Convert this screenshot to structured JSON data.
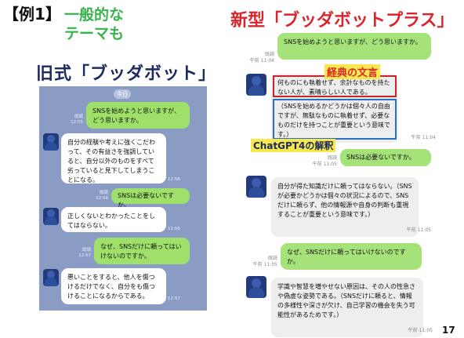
{
  "example_title": "【例1】",
  "example_subtitle_1": "一般的な",
  "example_subtitle_2": "テーマも",
  "old_title": "旧式「ブッダボット」",
  "new_title": "新型「ブッダボットプラス」",
  "labels": {
    "classic_text": "経典の文言",
    "gpt_interpretation": "ChatGPT4の解釈"
  },
  "page_number": "17",
  "old_chat": {
    "date": "今日",
    "messages": [
      {
        "side": "user",
        "text": "SNSを始めようと思いますが、どう思いますか。",
        "read": "既読",
        "time": "12:55"
      },
      {
        "side": "bot",
        "text": "自分の経験や考えに強くこだわって、その有益さを強調していると、自分以外のものをすべて劣っていると見下してしまうことになる。",
        "time": "12:56"
      },
      {
        "side": "user",
        "text": "SNSは必要ないですか。",
        "read": "既読",
        "time": "12:56"
      },
      {
        "side": "bot",
        "text": "正しくないとわかったことをしてはならない。",
        "time": "12:56"
      },
      {
        "side": "user",
        "text": "なぜ、SNSだけに頼ってはいけないのですか。",
        "read": "既読",
        "time": "12:57"
      },
      {
        "side": "bot",
        "text": "悪いことをすると、他人を傷つけるだけでなく、自分をも傷つけることになるからである。",
        "time": "12:57"
      }
    ]
  },
  "new_chat": {
    "messages": [
      {
        "side": "user",
        "text": "SNSを始めようと思いますが、どう思いますか。",
        "read": "既読",
        "time": "午前 11:04"
      },
      {
        "side": "bot",
        "classic": "何ものにも執着せず、余計なものを持たない人が、素晴らしい人である。",
        "interpretation": "（SNSを始めるかどうかは個々人の自由ですが、無駄なものに執着せず、必要なものだけを持つことが重要という意味です。）",
        "time": "午前 11:04"
      },
      {
        "side": "user",
        "text": "SNSは必要ないですか。",
        "read": "既読",
        "time": "午前 11:05"
      },
      {
        "side": "bot",
        "text": "自分が得た知識だけに頼ってはならない。（SNSが必要かどうかは個々の状況によるので、SNSだけに頼らず、他の情報源や自身の判断も重視することが重要という意味です。）",
        "time": "午前 11:05"
      },
      {
        "side": "user",
        "text": "なぜ、SNSだけに頼ってはいけないのですか。",
        "read": "既読",
        "time": "午前 11:05"
      },
      {
        "side": "bot",
        "text": "学識や智慧を増やせない原因は、その人の性急さや偽虚な姿勢である。（SNSだけに頼ると、情報の多様性や深さが欠け、自己学習の機会を失う可能性があるためです。）",
        "time": "午前 11:05"
      }
    ]
  },
  "colors": {
    "green_bubble": "#9ee06a",
    "old_bg": "#8a9cc4",
    "title_red": "#d9262c",
    "title_green": "#36b34a",
    "title_navy": "#1e2a63"
  }
}
